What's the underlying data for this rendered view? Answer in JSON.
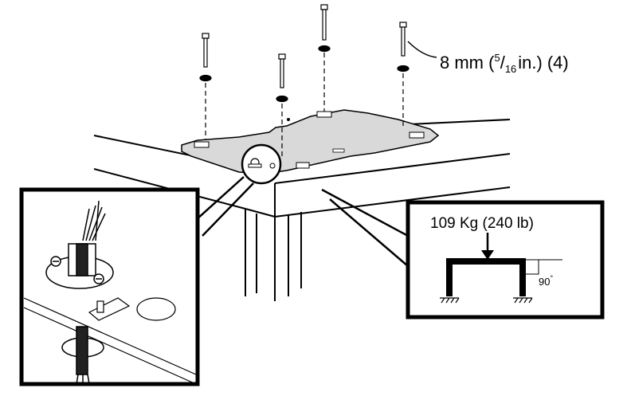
{
  "bolt_callout": {
    "size": "8 mm (",
    "fraction_num": "5",
    "fraction_slash": "/",
    "fraction_den": "16",
    "unit": "in.)",
    "qty": "(4)"
  },
  "load_inset": {
    "weight": "109 Kg (240 lb)",
    "angle": "90"
  },
  "colors": {
    "ink": "#000000",
    "plate": "#d9d9d9",
    "background": "#ffffff"
  }
}
